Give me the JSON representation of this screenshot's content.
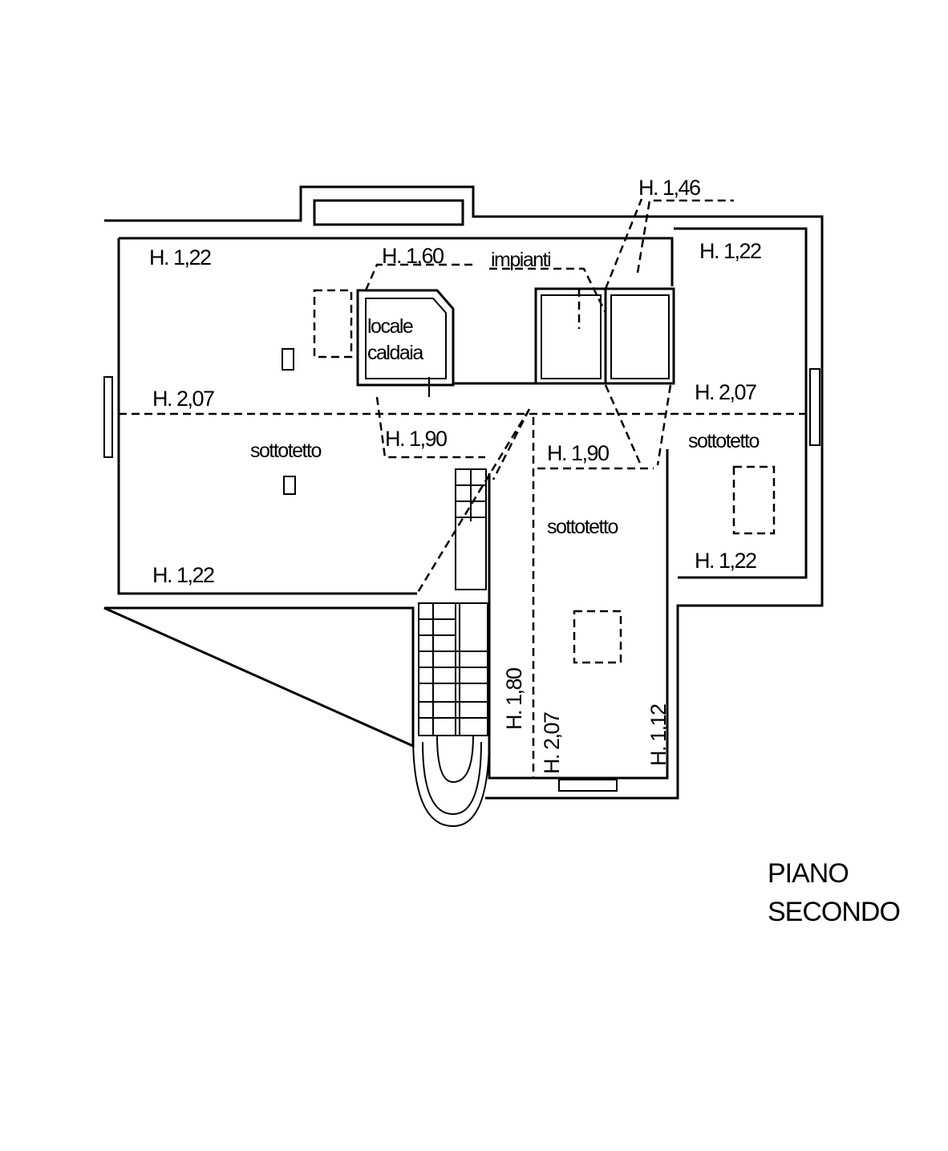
{
  "plan": {
    "rooms": {
      "locale_line1": "locale",
      "locale_line2": "caldaia",
      "impianti": "impianti",
      "sottotetto_left": "sottotetto",
      "sottotetto_right": "sottotetto",
      "sottotetto_center": "sottotetto"
    },
    "heights": {
      "top_left": "H. 1,22",
      "caldaia": "H. 1,60",
      "impianti": "H. 1,46",
      "top_right": "H. 1,22",
      "ridge_left": "H. 2,07",
      "ridge_right": "H. 2,07",
      "mid_left": "H. 1,90",
      "mid_center": "H. 1,90",
      "bottom_left": "H. 1,22",
      "bottom_right": "H. 1,22",
      "stair_side": "H. 1,80",
      "center_ridge": "H. 2,07",
      "center_right": "H. 1,12"
    },
    "title_line1": "PIANO",
    "title_line2": "SECONDO"
  }
}
